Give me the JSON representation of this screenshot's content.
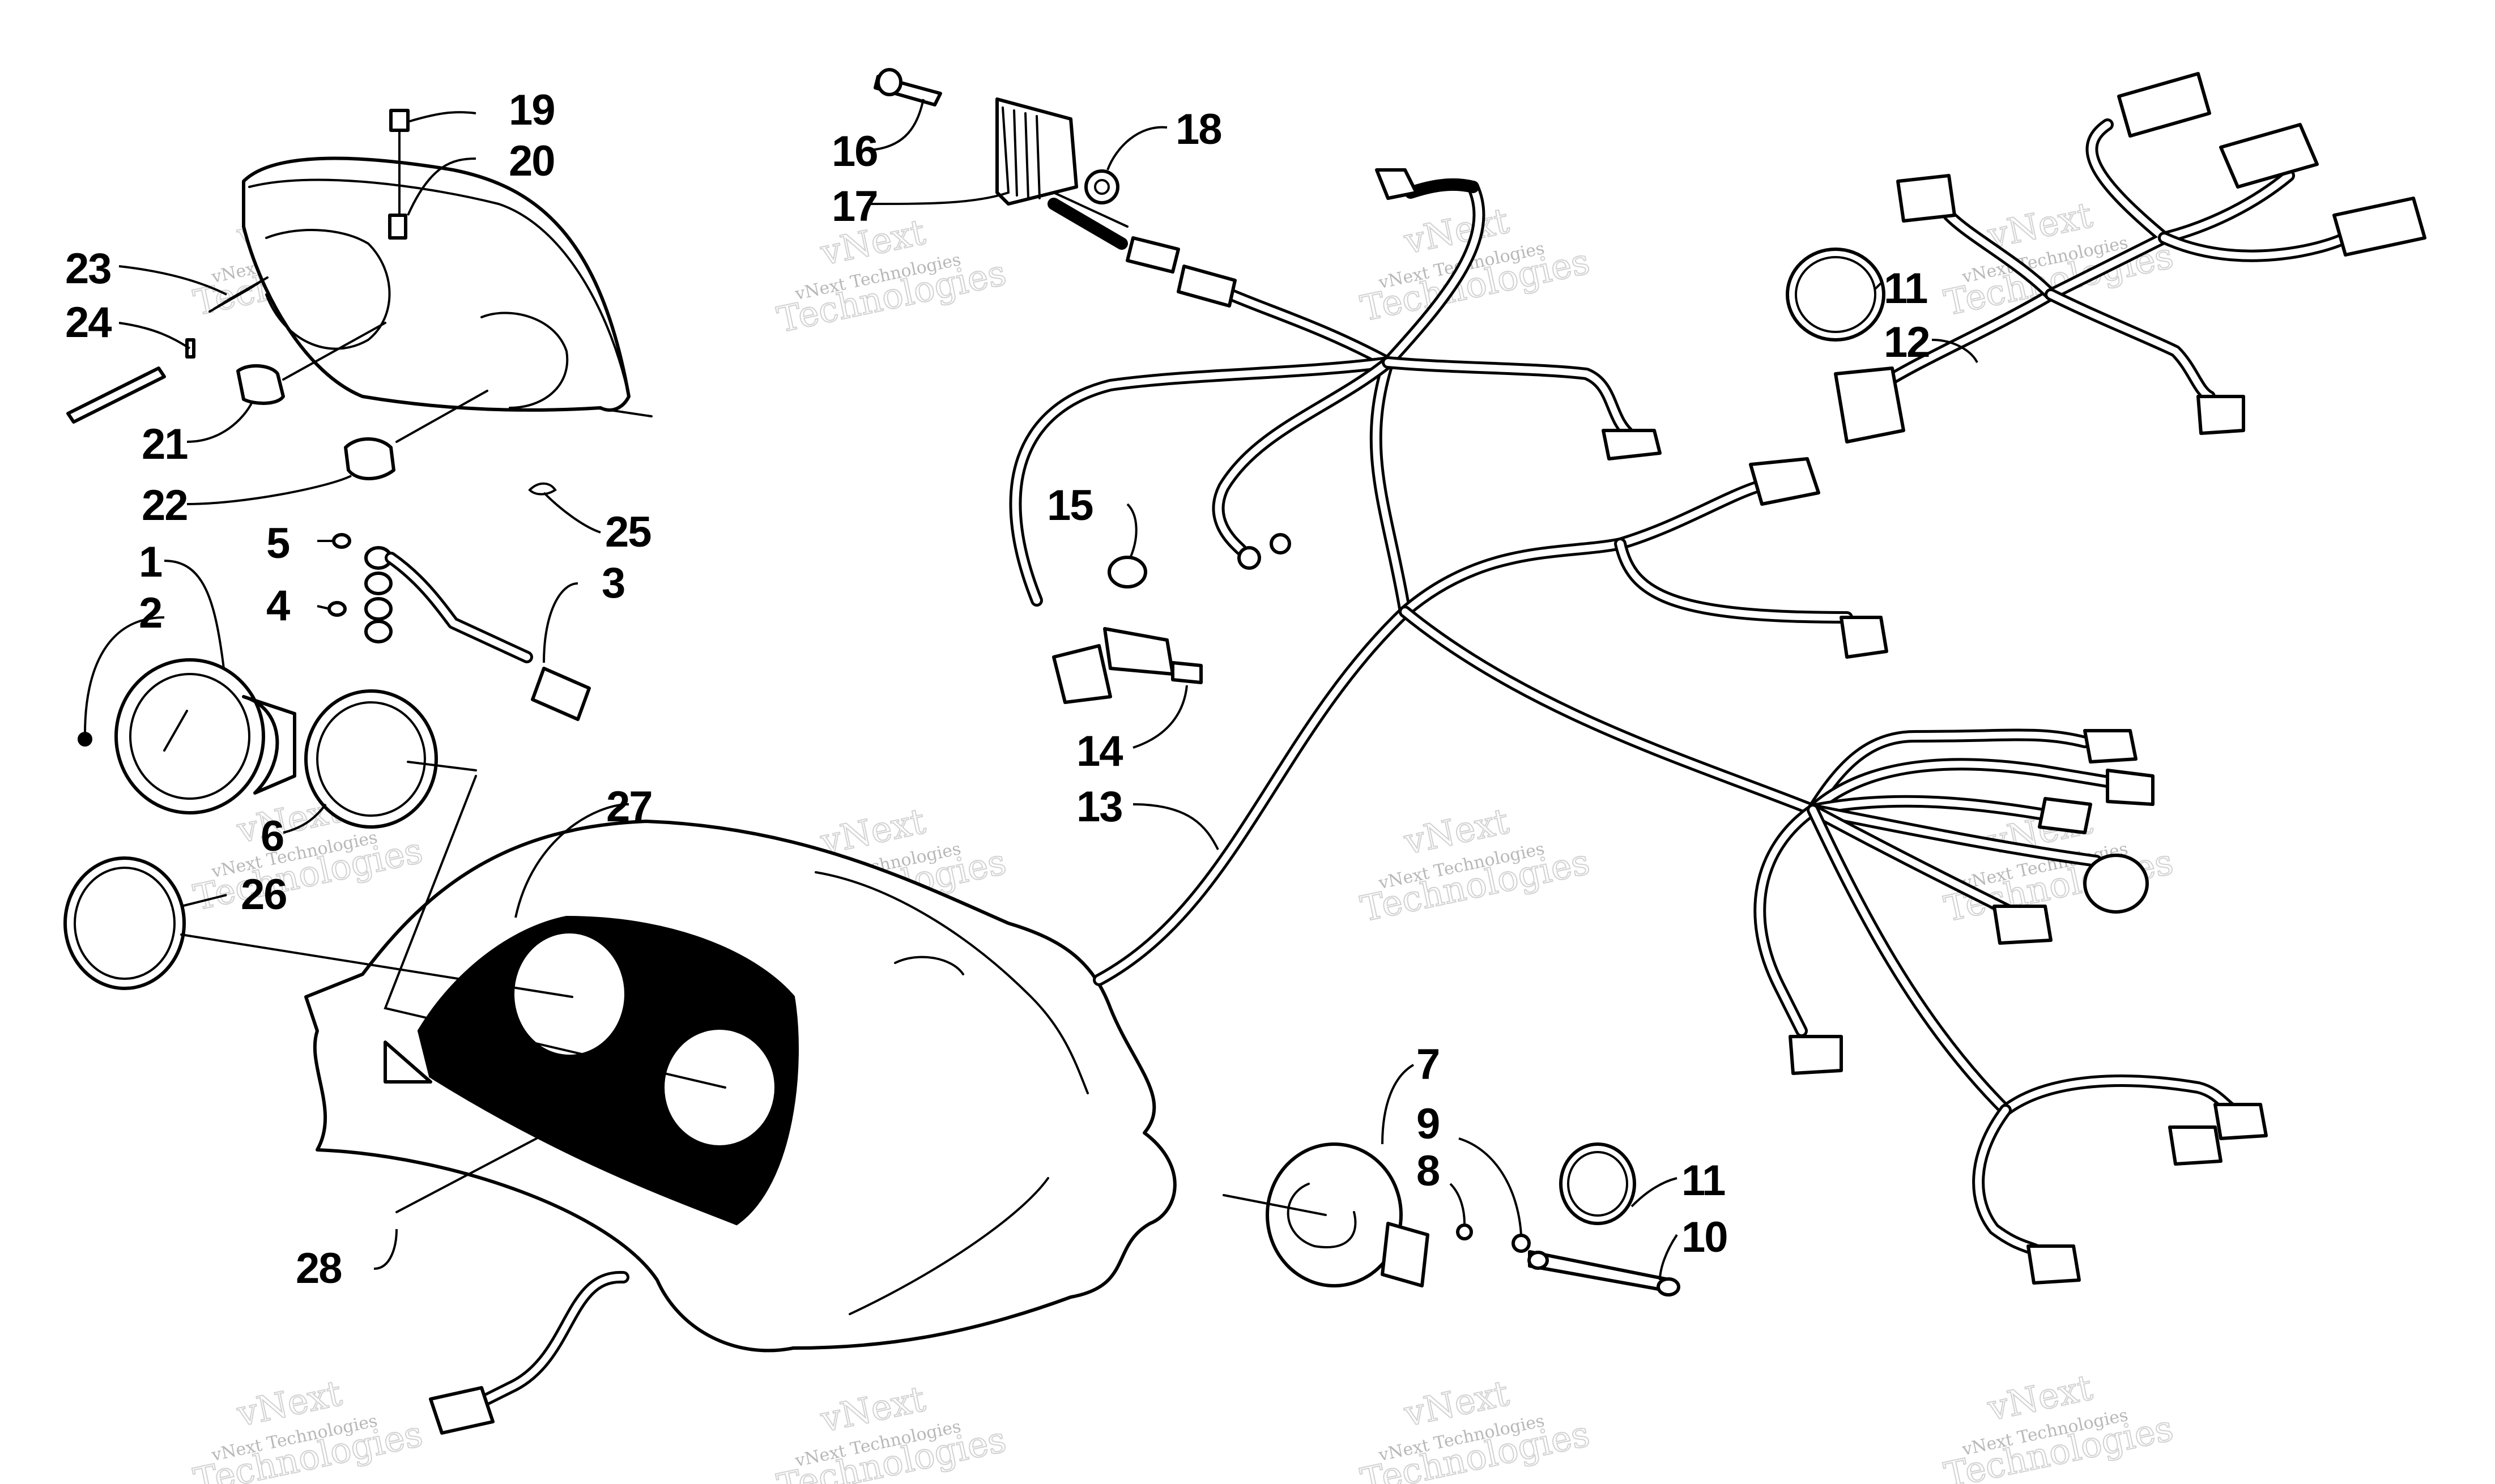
{
  "diagram": {
    "callouts": [
      {
        "id": "c19",
        "label": "19"
      },
      {
        "id": "c20",
        "label": "20"
      },
      {
        "id": "c23",
        "label": "23"
      },
      {
        "id": "c24",
        "label": "24"
      },
      {
        "id": "c21",
        "label": "21"
      },
      {
        "id": "c22",
        "label": "22"
      },
      {
        "id": "c25",
        "label": "25"
      },
      {
        "id": "c1",
        "label": "1"
      },
      {
        "id": "c2",
        "label": "2"
      },
      {
        "id": "c5",
        "label": "5"
      },
      {
        "id": "c4",
        "label": "4"
      },
      {
        "id": "c3",
        "label": "3"
      },
      {
        "id": "c6",
        "label": "6"
      },
      {
        "id": "c26",
        "label": "26"
      },
      {
        "id": "c27",
        "label": "27"
      },
      {
        "id": "c28",
        "label": "28"
      },
      {
        "id": "c16",
        "label": "16"
      },
      {
        "id": "c17",
        "label": "17"
      },
      {
        "id": "c18",
        "label": "18"
      },
      {
        "id": "c15",
        "label": "15"
      },
      {
        "id": "c14",
        "label": "14"
      },
      {
        "id": "c13",
        "label": "13"
      },
      {
        "id": "c11a",
        "label": "11"
      },
      {
        "id": "c12",
        "label": "12"
      },
      {
        "id": "c7",
        "label": "7"
      },
      {
        "id": "c9",
        "label": "9"
      },
      {
        "id": "c8",
        "label": "8"
      },
      {
        "id": "c11b",
        "label": "11"
      },
      {
        "id": "c10",
        "label": "10"
      }
    ],
    "watermark": {
      "line_small": "vNext Technologies",
      "line_big_1": "vNext",
      "line_big_2": "Technologies"
    }
  }
}
